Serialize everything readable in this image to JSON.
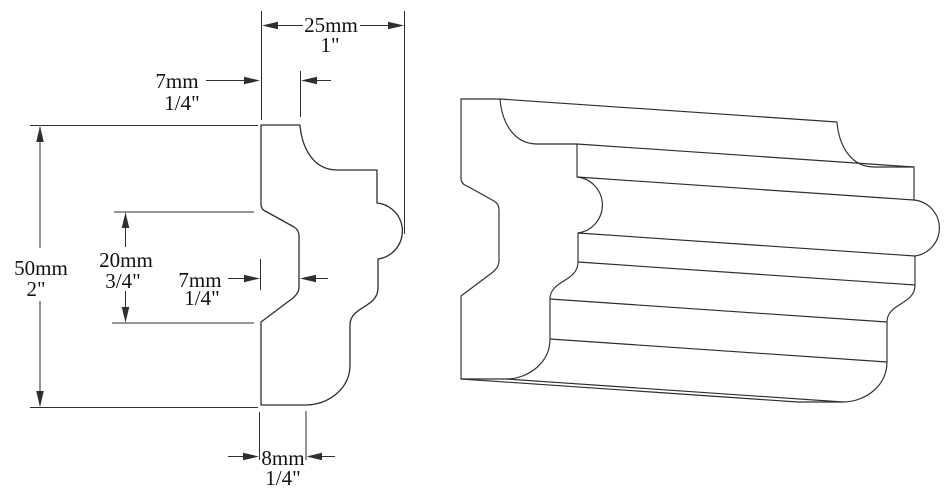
{
  "drawing": {
    "type_note": "moulding profile dimension drawing",
    "colors": {
      "line": "#2e2e2e",
      "text": "#111111",
      "background": "#ffffff"
    },
    "dimensions": {
      "overall_width": {
        "metric": "25mm",
        "imperial": "1\""
      },
      "top_return_depth": {
        "metric": "7mm",
        "imperial": "1/4\""
      },
      "overall_height": {
        "metric": "50mm",
        "imperial": "2\""
      },
      "back_notch_height": {
        "metric": "20mm",
        "imperial": "3/4\""
      },
      "back_notch_depth": {
        "metric": "7mm",
        "imperial": "1/4\""
      },
      "bottom_return_depth": {
        "metric": "8mm",
        "imperial": "1/4\""
      }
    }
  }
}
